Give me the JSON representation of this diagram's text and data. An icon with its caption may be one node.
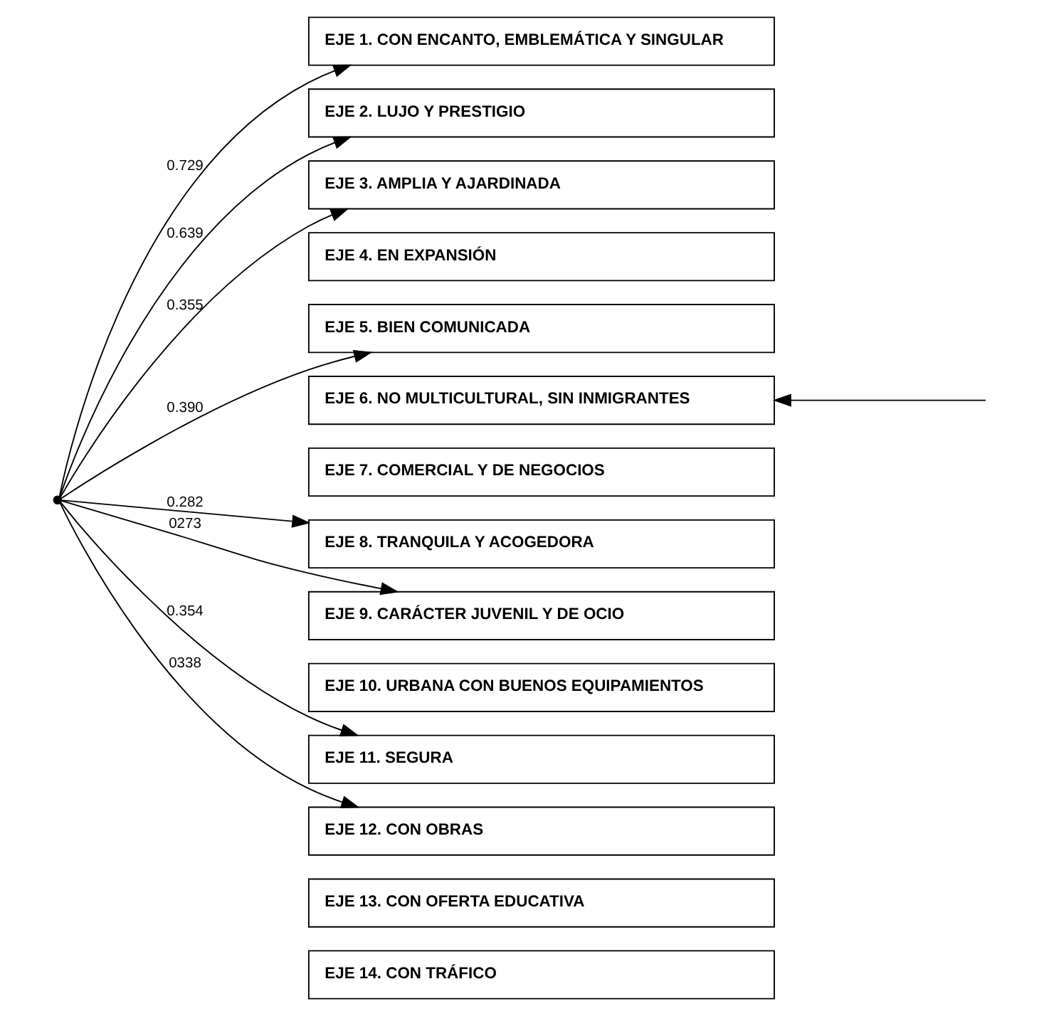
{
  "diagram": {
    "nodes": [
      {
        "text": [],
        "shape": "point"
      },
      {
        "text": [
          "EJE 1. CON ENCANTO, EMBLEMÁTICA Y SINGULAR"
        ]
      },
      {
        "text": [
          "EJE 2. LUJO Y PRESTIGIO"
        ]
      },
      {
        "text": [
          "EJE 3. AMPLIA Y AJARDINADA"
        ]
      },
      {
        "text": [
          "EJE 4. EN EXPANSIÓN"
        ]
      },
      {
        "text": [
          "EJE 5. BIEN COMUNICADA"
        ]
      },
      {
        "text": [
          "EJE 6. NO MULTICULTURAL, SIN INMIGRANTES"
        ]
      },
      {
        "text": [
          "EJE 7. COMERCIAL Y DE NEGOCIOS"
        ]
      },
      {
        "text": [
          "EJE 8. TRANQUILA Y ACOGEDORA"
        ]
      },
      {
        "text": [
          "EJE 9. CARÁCTER JUVENIL Y DE OCIO"
        ]
      },
      {
        "text": [
          "EJE 10. URBANA CON BUENOS EQUIPAMIENTOS"
        ]
      },
      {
        "text": [
          "EJE 11. SEGURA"
        ]
      },
      {
        "text": [
          "EJE 12. CON OBRAS"
        ]
      },
      {
        "text": [
          "EJE 13. CON OFERTA EDUCATIVA"
        ]
      },
      {
        "text": [
          "EJE 14. CON TRÁFICO"
        ]
      }
    ],
    "edges": [
      {
        "from": 0,
        "to": 1,
        "arrow": "to",
        "label": "0.729"
      },
      {
        "from": 0,
        "to": 2,
        "arrow": "to",
        "label": "0.639"
      },
      {
        "from": 0,
        "to": 3,
        "arrow": "to",
        "label": "0.355"
      },
      {
        "from": 0,
        "to": 5,
        "arrow": "to",
        "label": "0.390"
      },
      {
        "from": 0,
        "to": 8,
        "arrow": "to",
        "label": "0.282"
      },
      {
        "from": 0,
        "to": 9,
        "arrow": "to",
        "label": "0273"
      },
      {
        "from": 0,
        "to": 11,
        "arrow": "to",
        "label": "0.354"
      },
      {
        "from": 0,
        "to": 12,
        "arrow": "to",
        "label": "0338"
      },
      {
        "from": null,
        "to": 6,
        "arrow": "to"
      }
    ]
  }
}
